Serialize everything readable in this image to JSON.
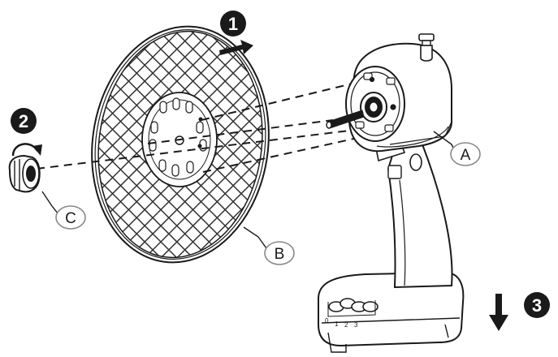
{
  "steps": [
    {
      "number": "1"
    },
    {
      "number": "2"
    },
    {
      "number": "3"
    }
  ],
  "callouts": [
    {
      "letter": "A"
    },
    {
      "letter": "B"
    },
    {
      "letter": "C"
    }
  ],
  "base": {
    "speed_marks": [
      "0",
      "1",
      "2",
      "3"
    ]
  },
  "colors": {
    "ink": "#1a1a1a",
    "callout_stroke": "#888888",
    "background": "#ffffff"
  }
}
